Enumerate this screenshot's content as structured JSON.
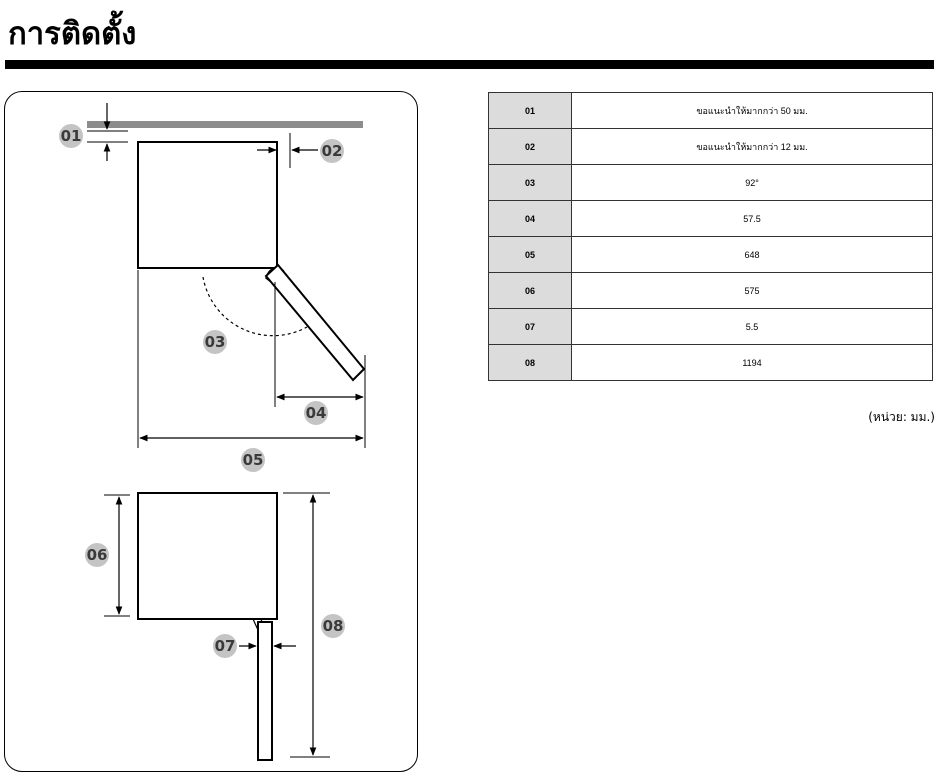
{
  "page": {
    "title": "การติดตั้ง",
    "unit_note": "(หน่วย: มม.)"
  },
  "diagram": {
    "callouts": [
      "01",
      "02",
      "03",
      "04",
      "05",
      "06",
      "07",
      "08"
    ]
  },
  "spec_table": {
    "rows": [
      {
        "code": "01",
        "value": "ขอแนะนำให้มากกว่า 50 มม."
      },
      {
        "code": "02",
        "value": "ขอแนะนำให้มากกว่า 12 มม."
      },
      {
        "code": "03",
        "value": "92°"
      },
      {
        "code": "04",
        "value": "57.5"
      },
      {
        "code": "05",
        "value": "648"
      },
      {
        "code": "06",
        "value": "575"
      },
      {
        "code": "07",
        "value": "5.5"
      },
      {
        "code": "08",
        "value": "1194"
      }
    ]
  },
  "colors": {
    "badge_fill": "#c4c4c4",
    "wall_gray": "#8c8c8c",
    "code_cell_bg": "#dcdcdc"
  }
}
